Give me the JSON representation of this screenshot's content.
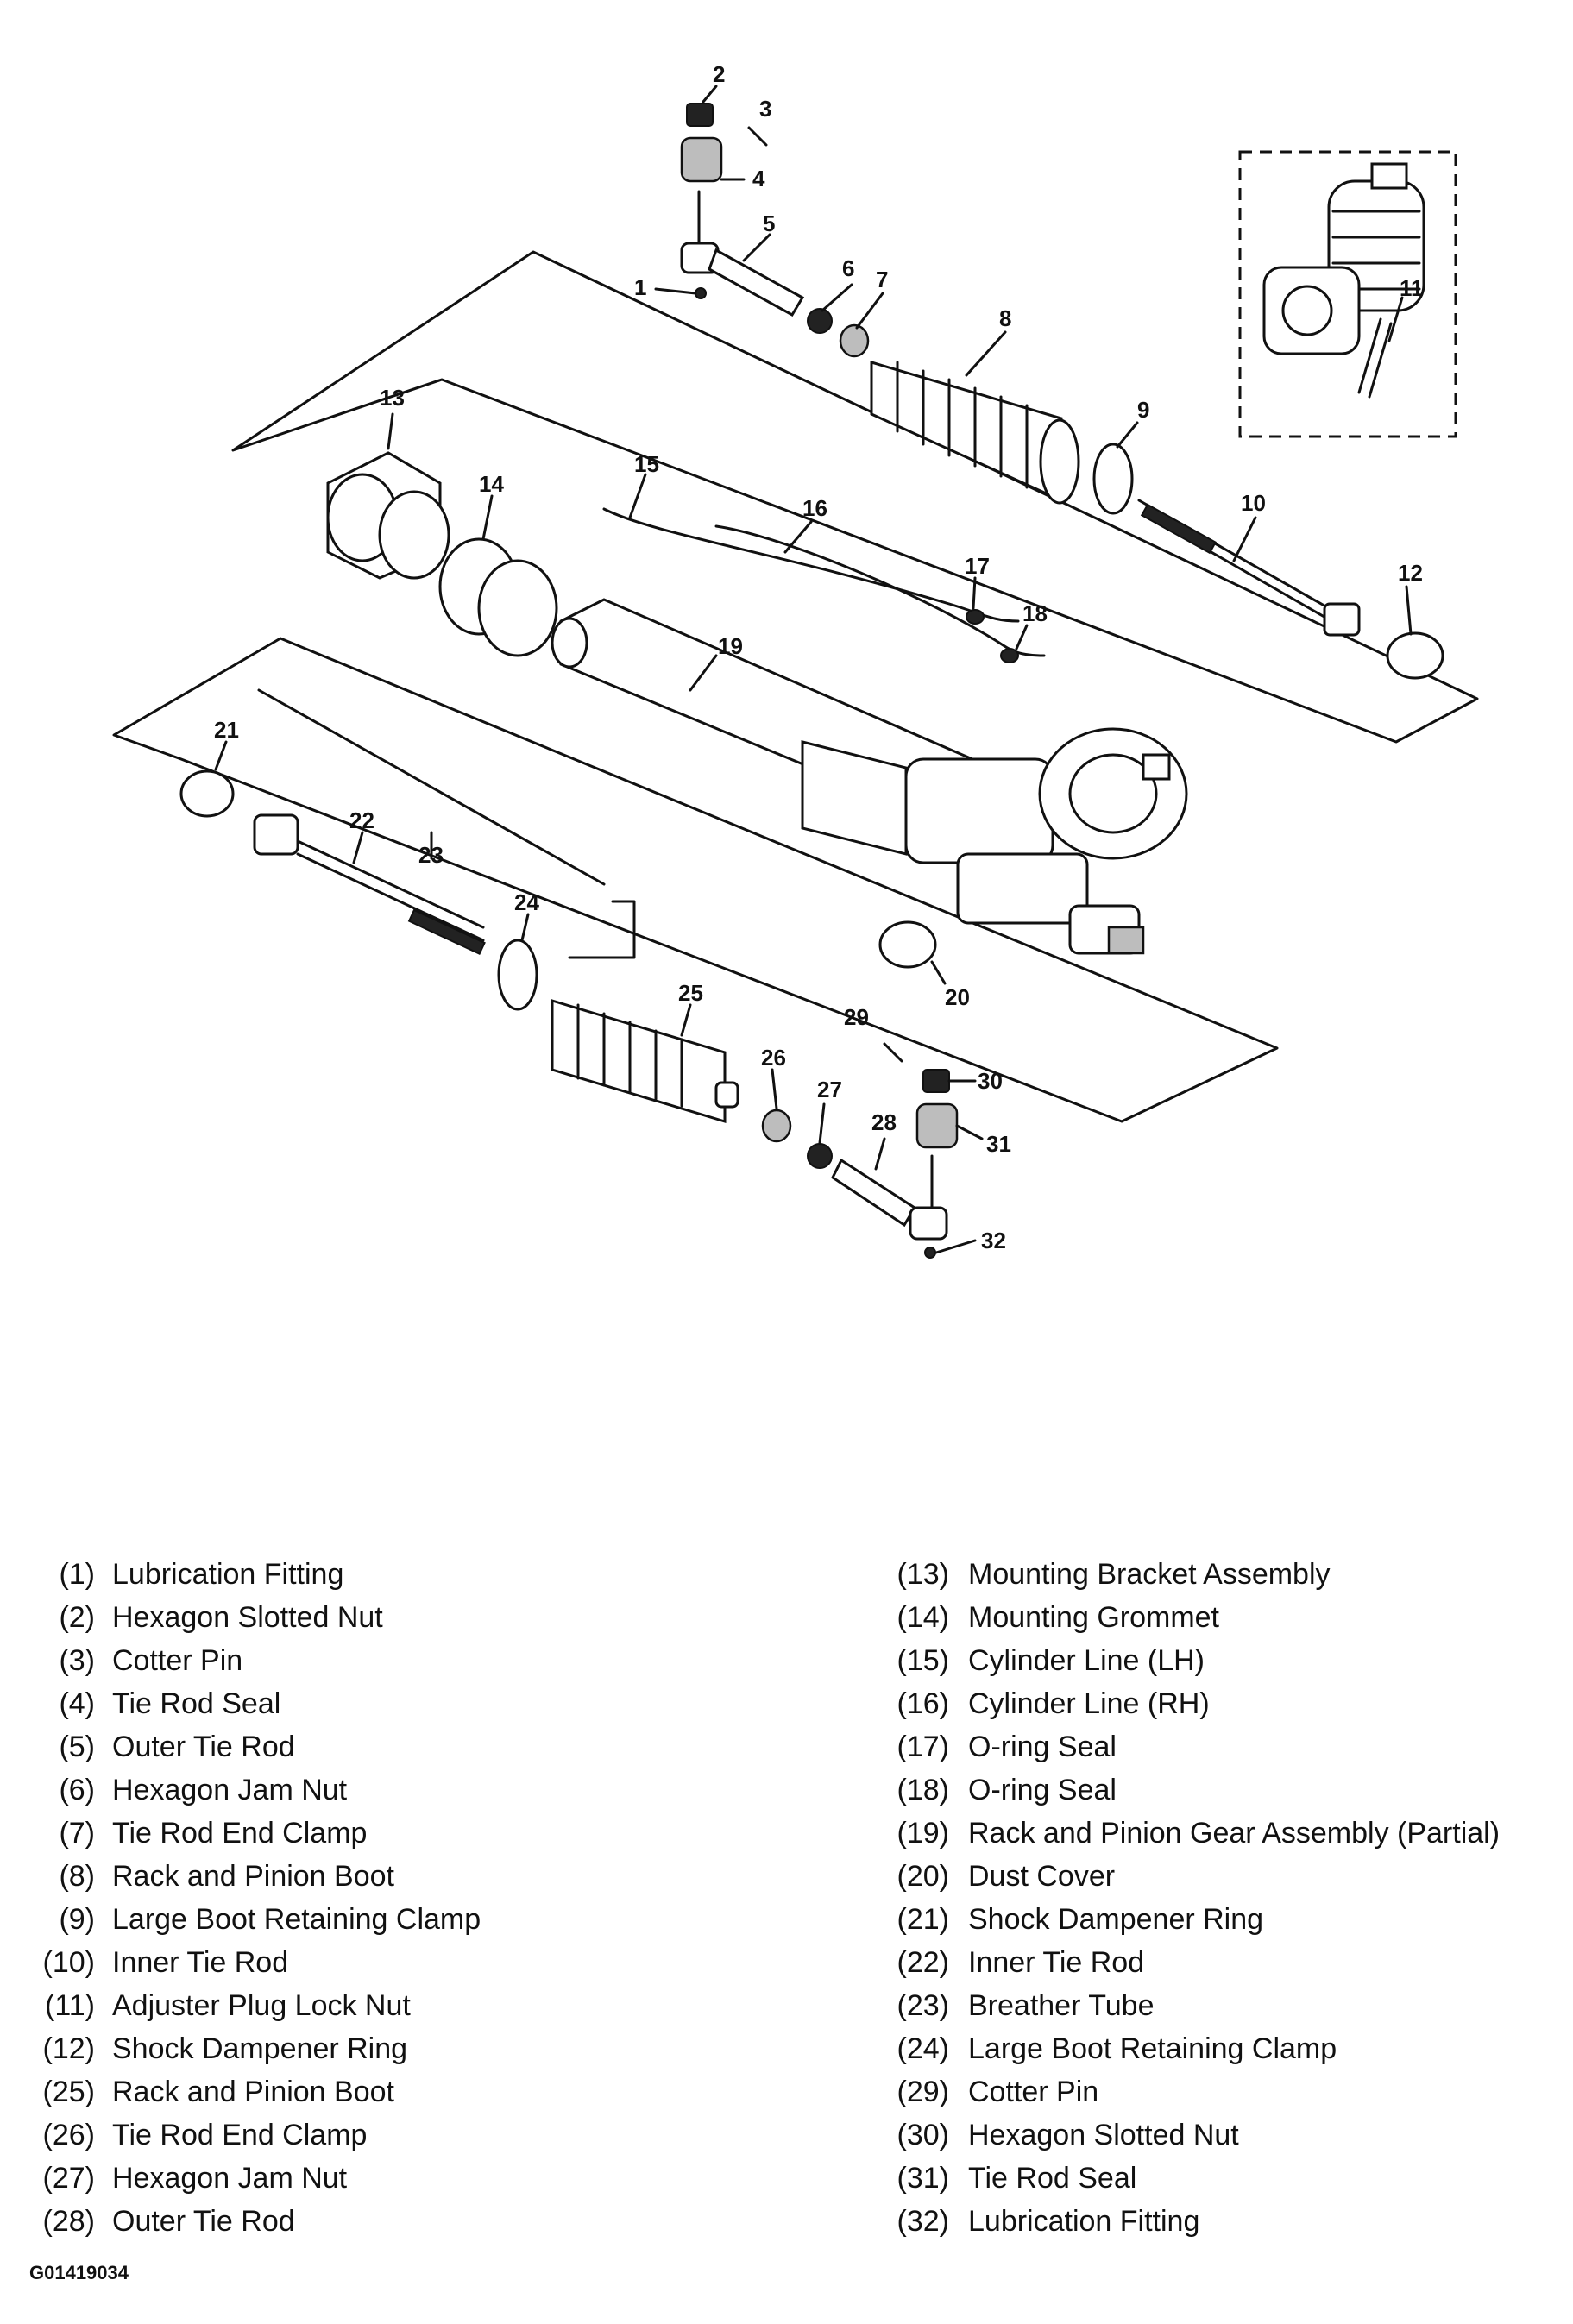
{
  "callouts": [
    "1",
    "2",
    "3",
    "4",
    "5",
    "6",
    "7",
    "8",
    "9",
    "10",
    "11",
    "12",
    "13",
    "14",
    "15",
    "16",
    "17",
    "18",
    "19",
    "20",
    "21",
    "22",
    "23",
    "24",
    "25",
    "26",
    "27",
    "28",
    "29",
    "30",
    "31",
    "32"
  ],
  "legend_left": [
    {
      "num": "(1)",
      "label": "Lubrication Fitting"
    },
    {
      "num": "(2)",
      "label": "Hexagon Slotted Nut"
    },
    {
      "num": "(3)",
      "label": "Cotter Pin"
    },
    {
      "num": "(4)",
      "label": "Tie Rod Seal"
    },
    {
      "num": "(5)",
      "label": "Outer Tie Rod"
    },
    {
      "num": "(6)",
      "label": "Hexagon Jam Nut"
    },
    {
      "num": "(7)",
      "label": "Tie Rod End Clamp"
    },
    {
      "num": "(8)",
      "label": "Rack and Pinion Boot"
    },
    {
      "num": "(9)",
      "label": "Large Boot Retaining Clamp"
    },
    {
      "num": "(10)",
      "label": "Inner Tie Rod"
    },
    {
      "num": "(11)",
      "label": "Adjuster Plug Lock Nut"
    },
    {
      "num": "(12)",
      "label": "Shock Dampener Ring"
    },
    {
      "num": "(25)",
      "label": "Rack and Pinion Boot"
    },
    {
      "num": "(26)",
      "label": "Tie Rod End Clamp"
    },
    {
      "num": "(27)",
      "label": "Hexagon Jam Nut"
    },
    {
      "num": "(28)",
      "label": "Outer Tie Rod"
    }
  ],
  "legend_right": [
    {
      "num": "(13)",
      "label": "Mounting Bracket Assembly"
    },
    {
      "num": "(14)",
      "label": "Mounting Grommet"
    },
    {
      "num": "(15)",
      "label": "Cylinder Line (LH)"
    },
    {
      "num": "(16)",
      "label": "Cylinder Line (RH)"
    },
    {
      "num": "(17)",
      "label": "O-ring Seal"
    },
    {
      "num": "(18)",
      "label": "O-ring Seal"
    },
    {
      "num": "(19)",
      "label": "Rack and Pinion Gear Assembly (Partial)"
    },
    {
      "num": "(20)",
      "label": "Dust Cover"
    },
    {
      "num": "(21)",
      "label": "Shock Dampener Ring"
    },
    {
      "num": "(22)",
      "label": "Inner Tie Rod"
    },
    {
      "num": "(23)",
      "label": "Breather Tube"
    },
    {
      "num": "(24)",
      "label": "Large Boot Retaining Clamp"
    },
    {
      "num": "(29)",
      "label": "Cotter Pin"
    },
    {
      "num": "(30)",
      "label": "Hexagon Slotted Nut"
    },
    {
      "num": "(31)",
      "label": "Tie Rod Seal"
    },
    {
      "num": "(32)",
      "label": "Lubrication Fitting"
    }
  ],
  "figure_code": "G01419034"
}
